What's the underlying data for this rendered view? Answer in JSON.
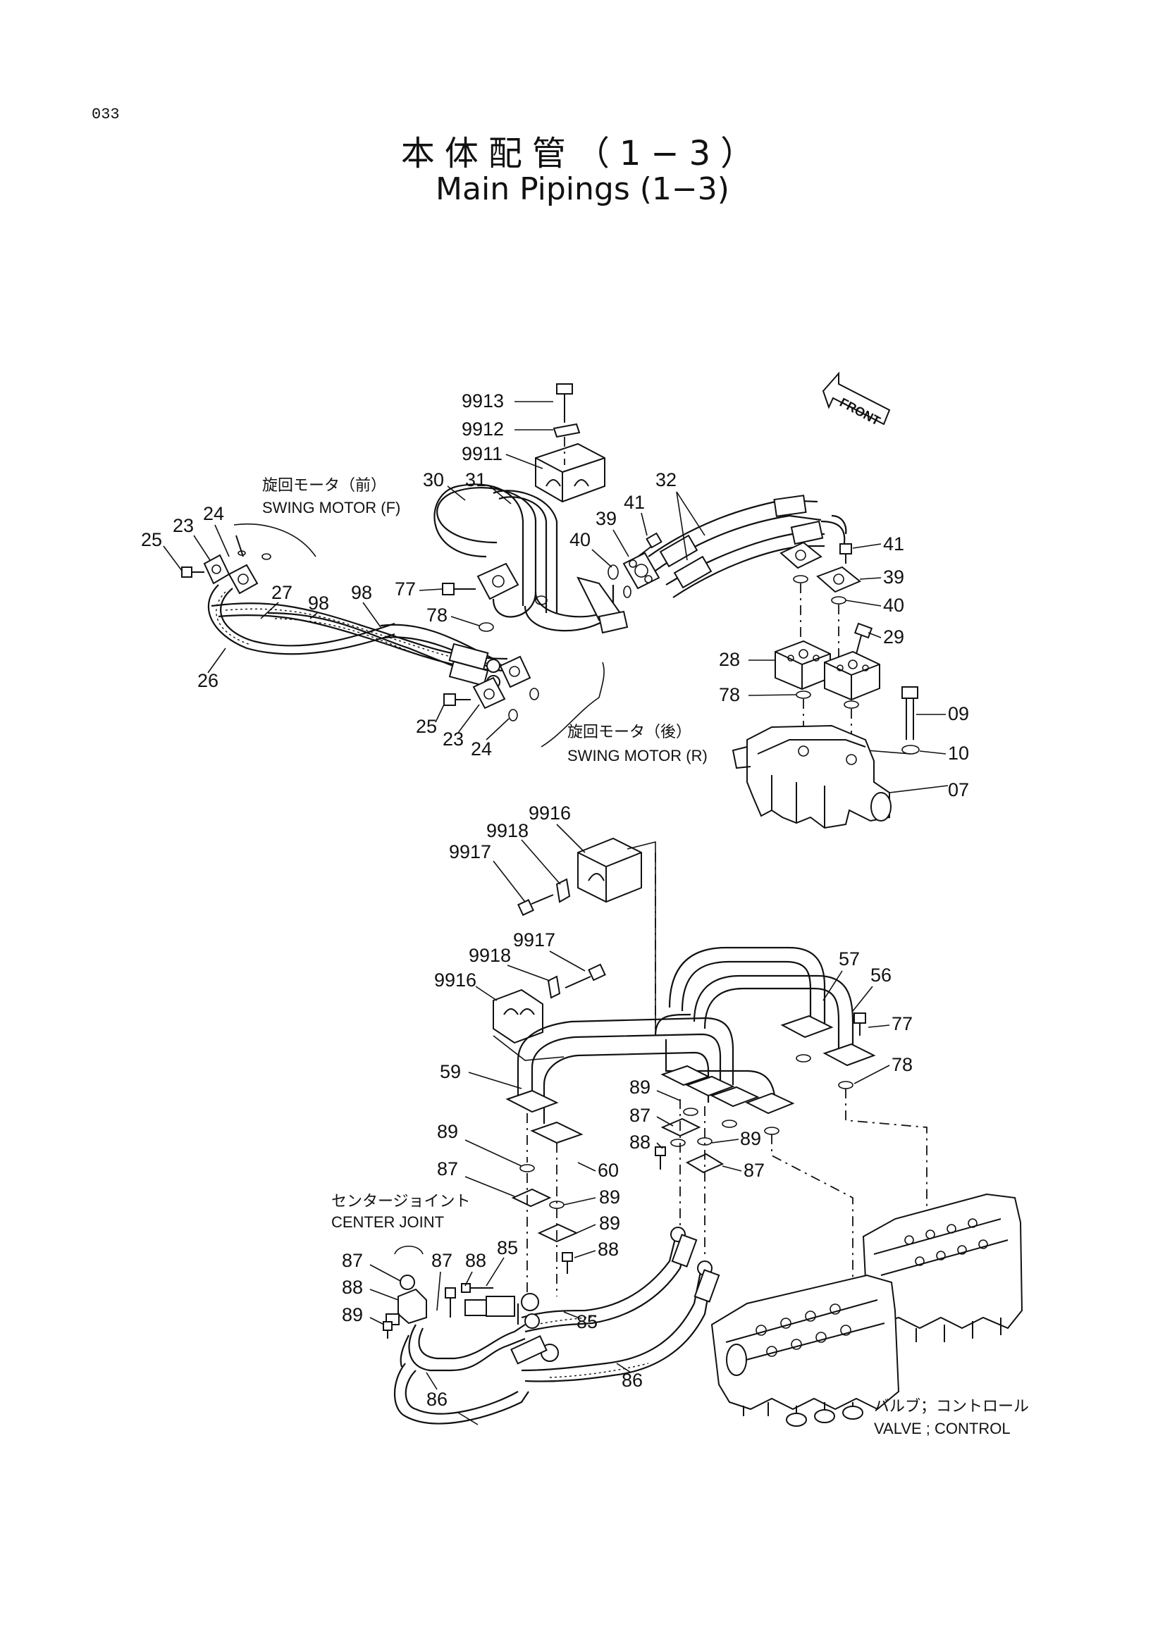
{
  "page_number": "033",
  "title_jp": "本体配管（1−3）",
  "title_en": "Main Pipings (1−3)",
  "front_label": "FRONT",
  "captions": {
    "swing_motor_f_jp": "旋回モータ（前）",
    "swing_motor_f_en": "SWING MOTOR (F)",
    "swing_motor_r_jp": "旋回モータ（後）",
    "swing_motor_r_en": "SWING MOTOR (R)",
    "center_joint_jp": "センタージョイント",
    "center_joint_en": "CENTER JOINT",
    "control_valve_jp": "バルブ；コントロール",
    "control_valve_en": "VALVE ; CONTROL"
  },
  "part_labels": [
    "9913",
    "9912",
    "9911",
    "30",
    "31",
    "32",
    "41",
    "41",
    "39",
    "39",
    "40",
    "40",
    "25",
    "23",
    "24",
    "27",
    "98",
    "98",
    "26",
    "77",
    "78",
    "29",
    "28",
    "78",
    "09",
    "10",
    "07",
    "25",
    "23",
    "24",
    "9916",
    "9918",
    "9917",
    "9917",
    "9918",
    "9916",
    "57",
    "56",
    "77",
    "78",
    "59",
    "89",
    "87",
    "88",
    "89",
    "89",
    "87",
    "60",
    "89",
    "87",
    "88",
    "89",
    "87",
    "88",
    "89",
    "87",
    "88",
    "85",
    "85",
    "86",
    "86"
  ]
}
